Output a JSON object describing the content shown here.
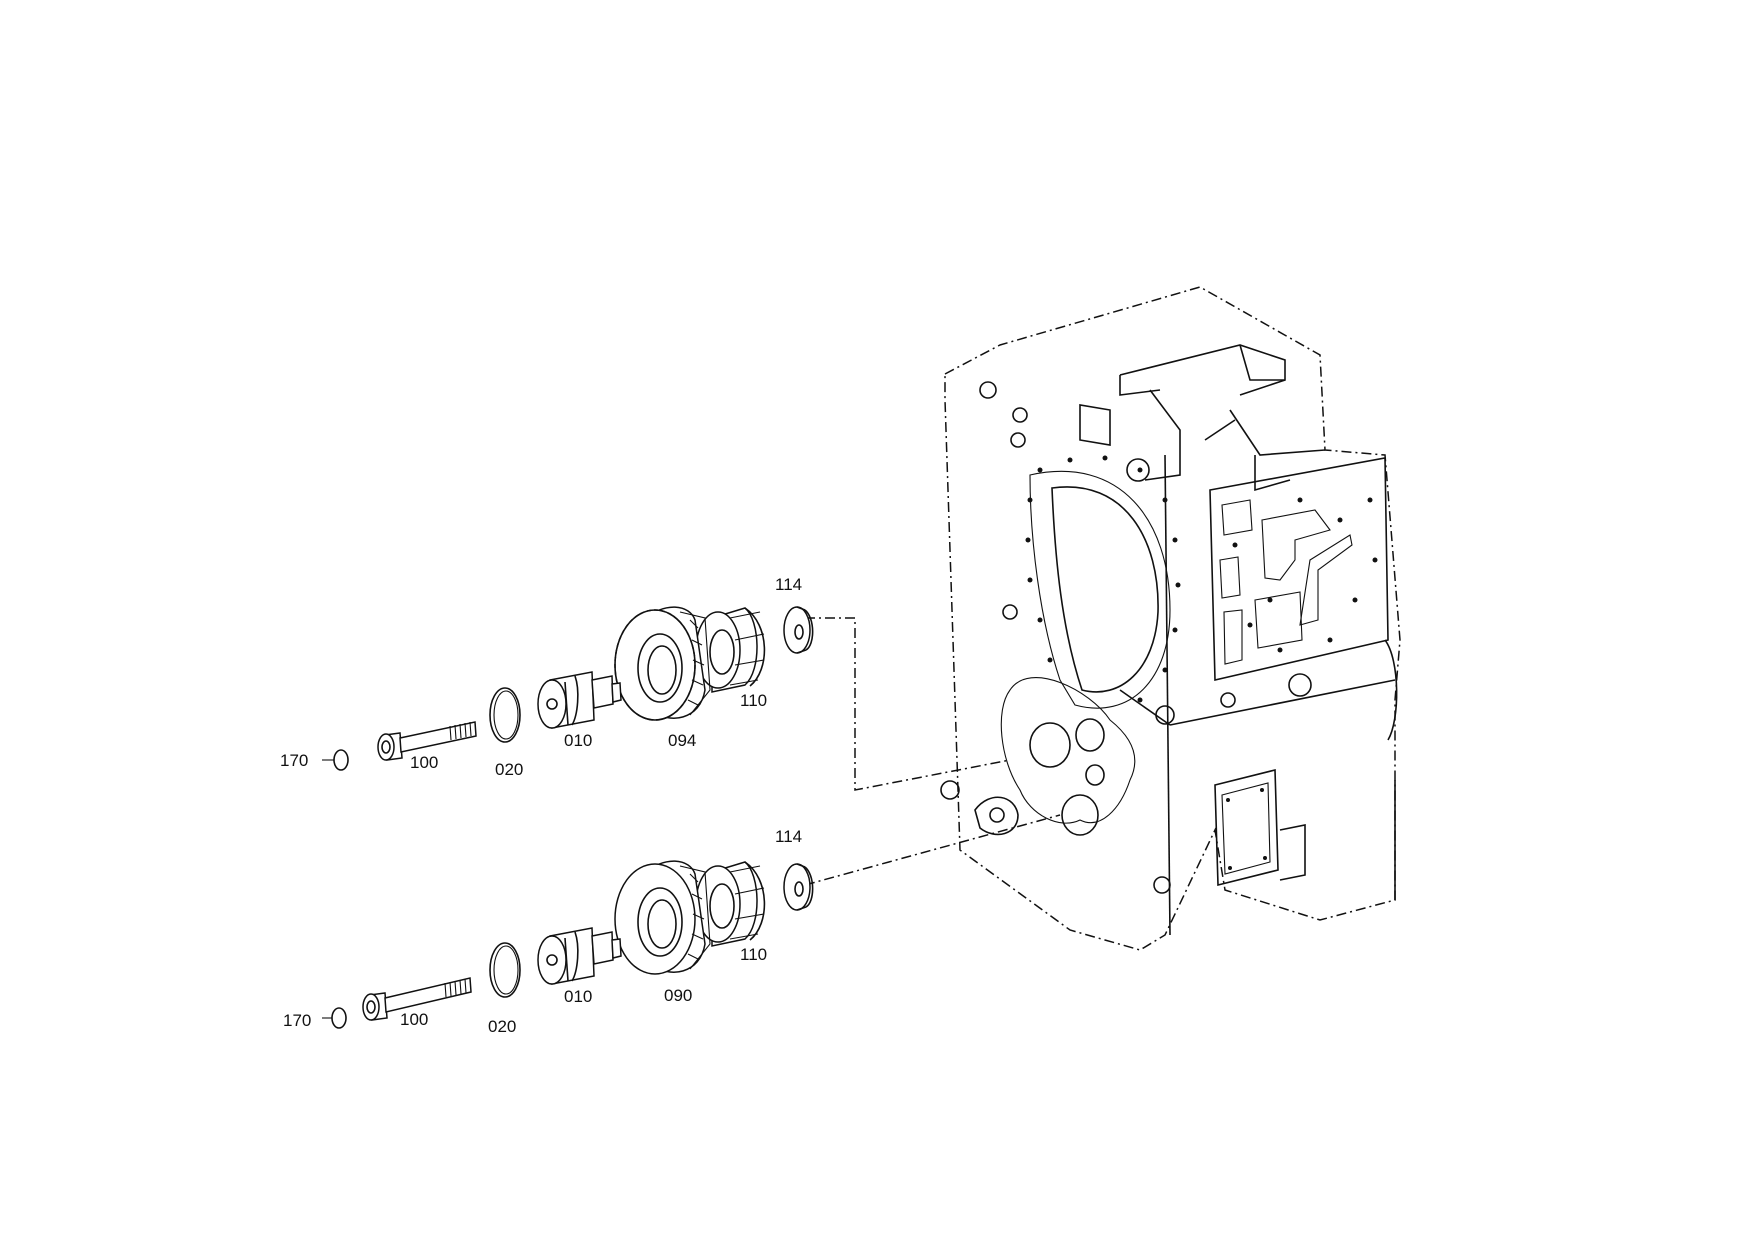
{
  "diagram": {
    "upper_assembly": {
      "washer_label": "114",
      "bearing_label": "110",
      "gear_label": "094",
      "hub_label": "010",
      "oring_label": "020",
      "bolt_label": "100",
      "circlip_label": "170"
    },
    "lower_assembly": {
      "washer_label": "114",
      "bearing_label": "110",
      "gear_label": "090",
      "hub_label": "010",
      "oring_label": "020",
      "bolt_label": "100",
      "circlip_label": "170"
    }
  }
}
